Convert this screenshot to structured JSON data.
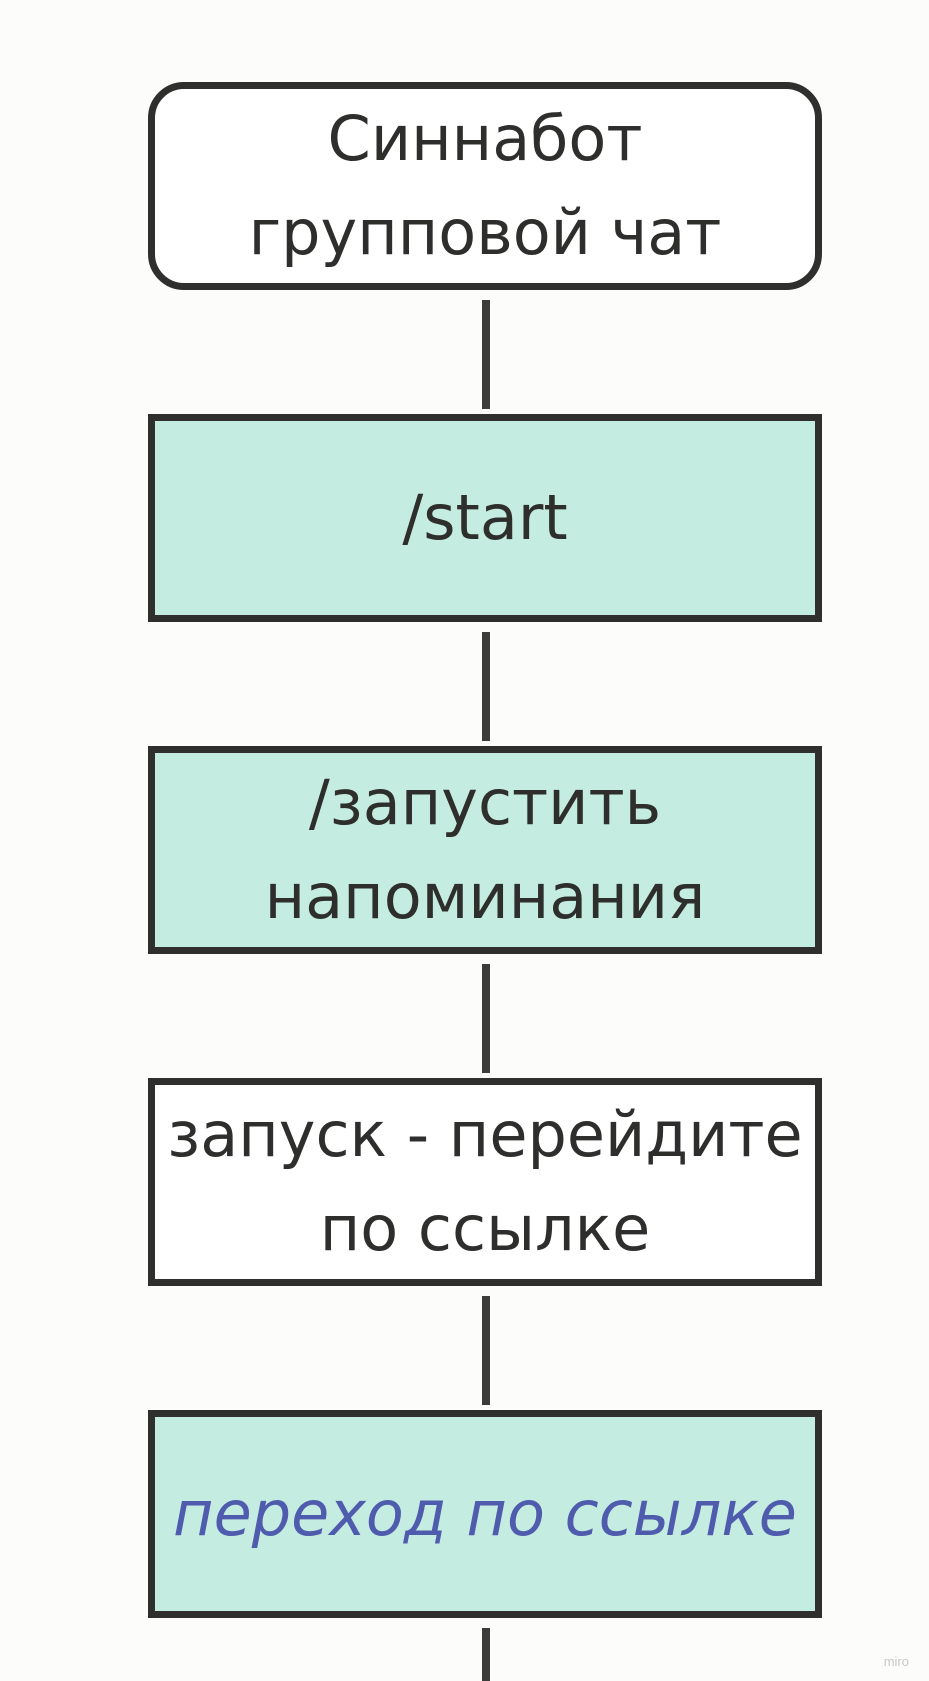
{
  "diagram": {
    "nodes": [
      {
        "id": "start",
        "text": "Синнабот\nгрупповой чат",
        "fill": "#ffffff"
      },
      {
        "id": "cmd-start",
        "text": "/start",
        "fill": "#c4ece0"
      },
      {
        "id": "cmd-reminders",
        "text": "/запустить\nнапоминания",
        "fill": "#c4ece0"
      },
      {
        "id": "launch-msg",
        "text": "запуск - перейдите\nпо ссылке",
        "fill": "#ffffff"
      },
      {
        "id": "follow-link",
        "text": "переход по ссылке",
        "fill": "#c4ece0",
        "style": "link"
      }
    ],
    "edges": [
      [
        "start",
        "cmd-start"
      ],
      [
        "cmd-start",
        "cmd-reminders"
      ],
      [
        "cmd-reminders",
        "launch-msg"
      ],
      [
        "launch-msg",
        "follow-link"
      ]
    ],
    "colors": {
      "border": "#2f302d",
      "mint": "#c4ece0",
      "link_text": "#4f5cad",
      "background": "#fcfcfa"
    }
  },
  "watermark": "miro"
}
